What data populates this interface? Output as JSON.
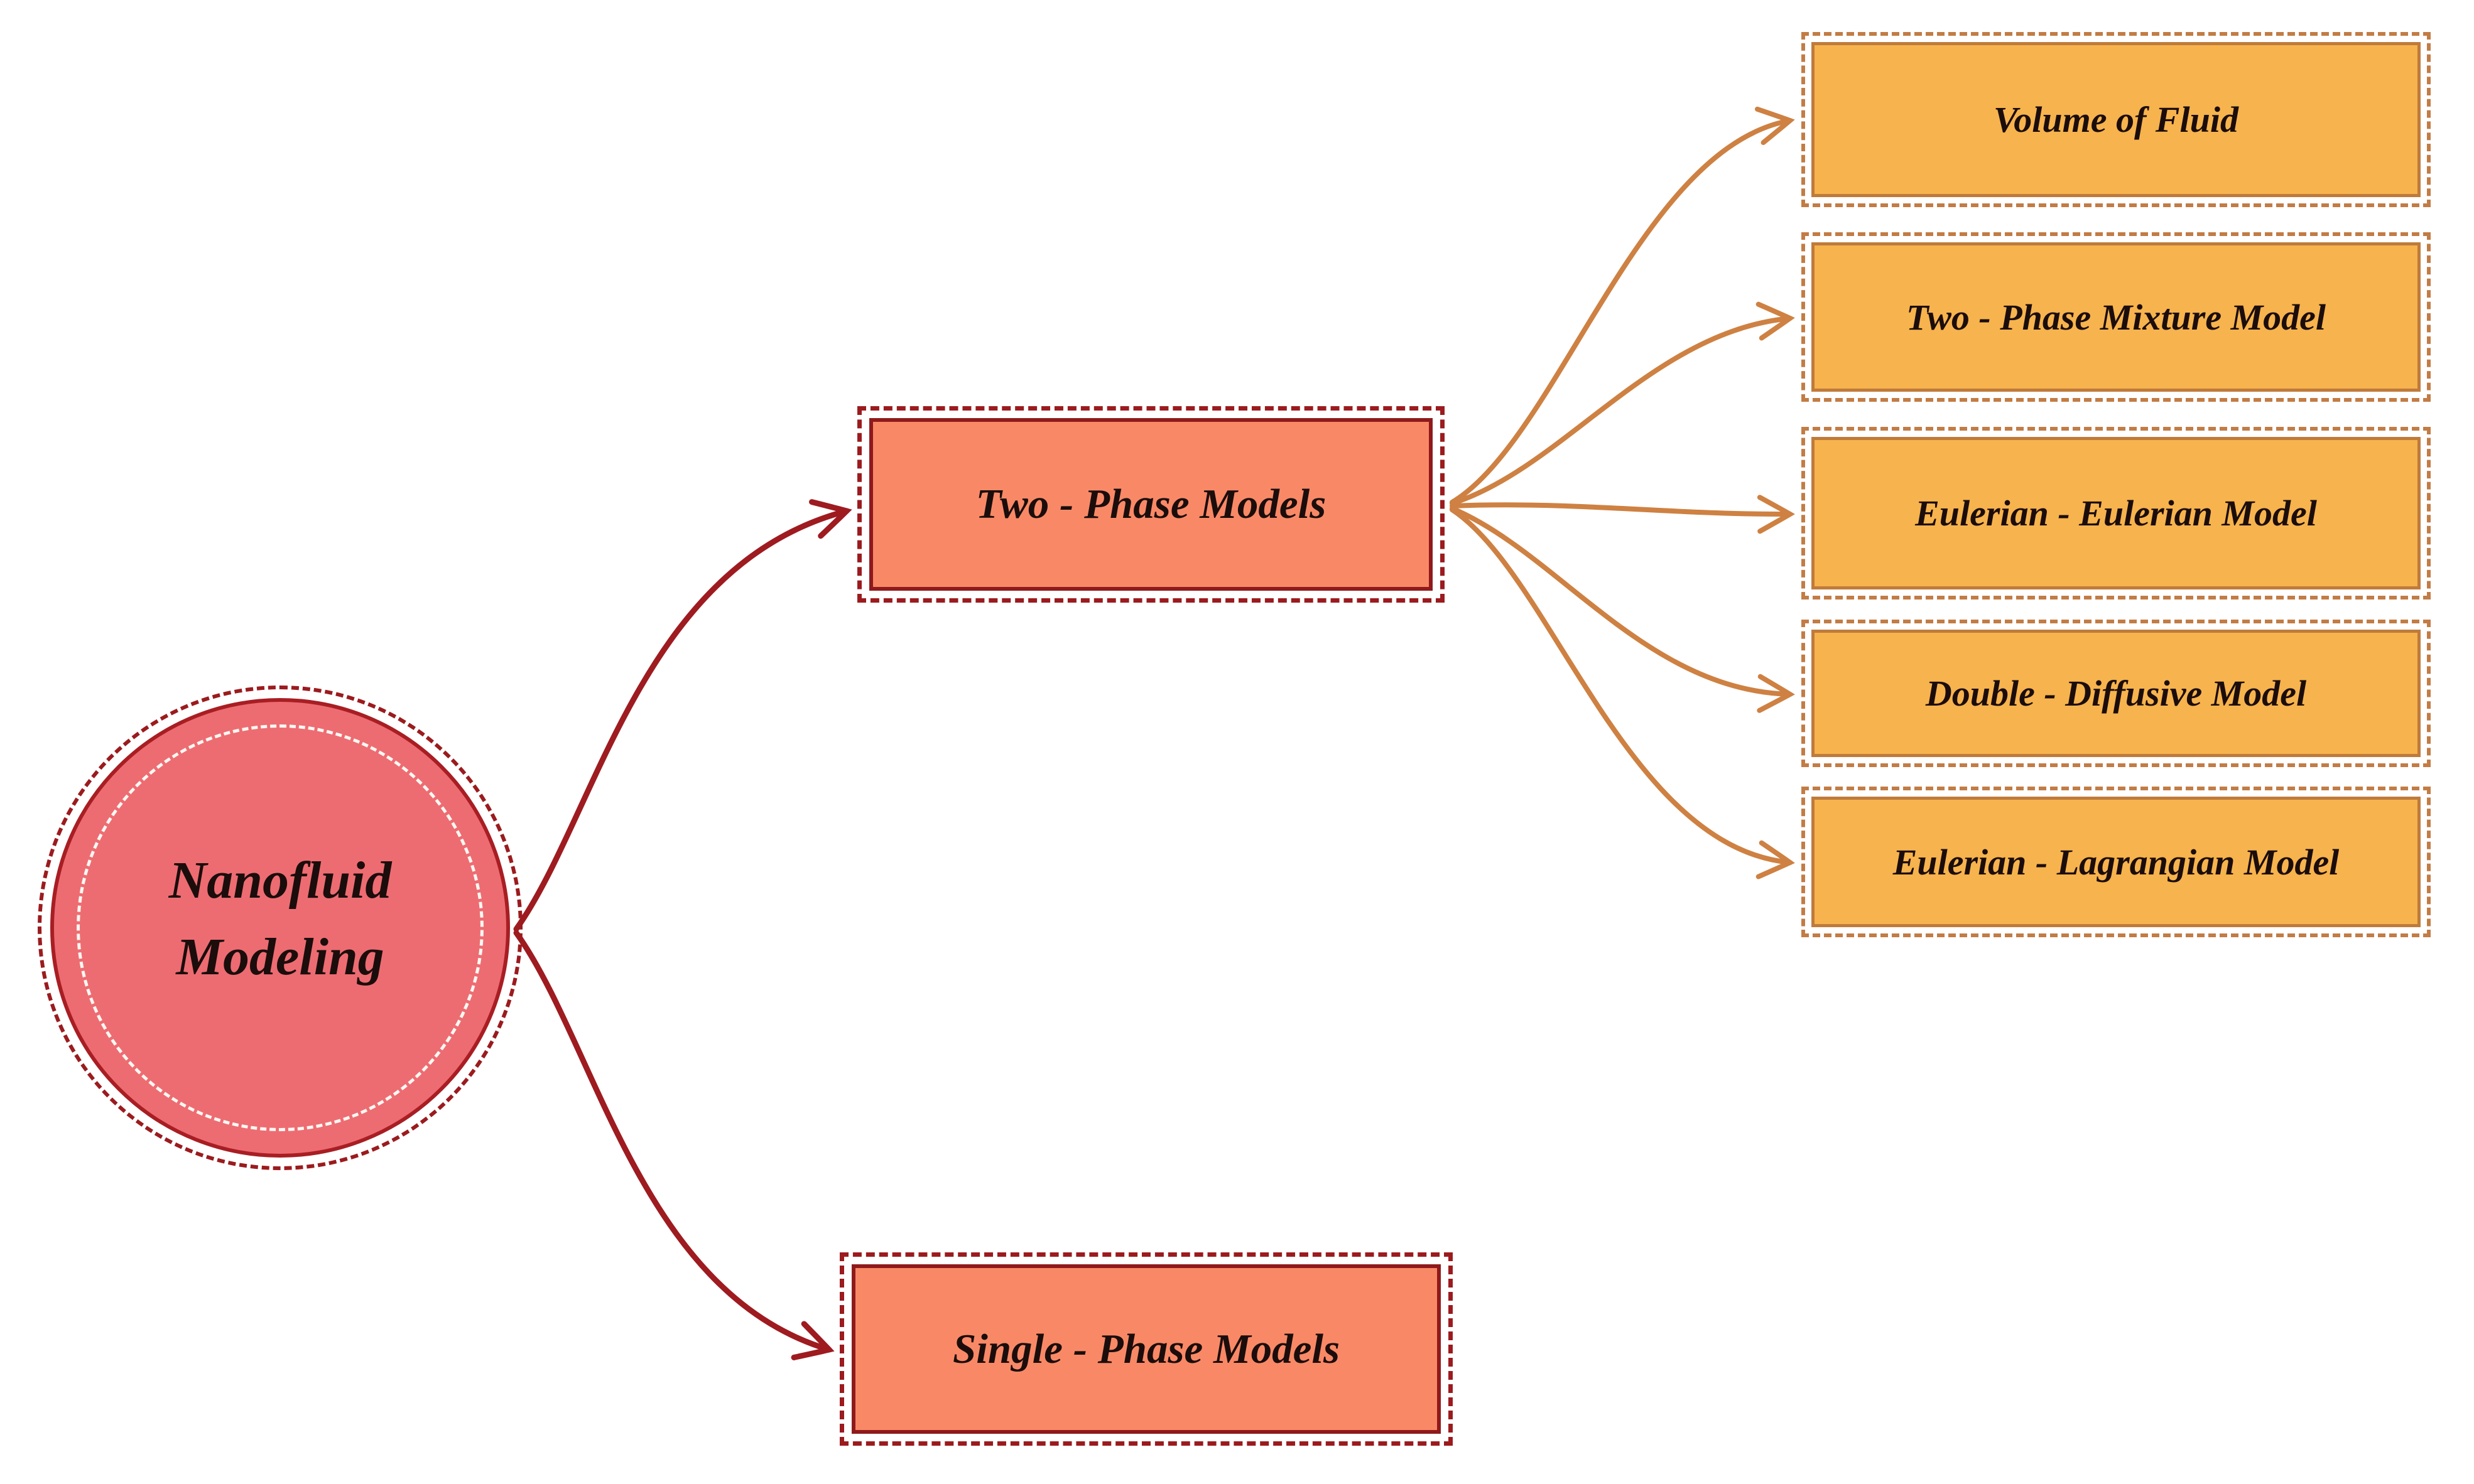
{
  "nodes": {
    "root": {
      "line1": "Nanofluid",
      "line2": "Modeling"
    },
    "two_phase": {
      "label": "Two - Phase Models"
    },
    "single_phase": {
      "label": "Single - Phase Models"
    }
  },
  "children": [
    {
      "label": "Volume of Fluid"
    },
    {
      "label": "Two - Phase Mixture Model"
    },
    {
      "label": "Eulerian - Eulerian Model"
    },
    {
      "label": "Double - Diffusive Model"
    },
    {
      "label": "Eulerian - Lagrangian Model"
    }
  ],
  "colors": {
    "root_fill": "#ED6C72",
    "root_border": "#A81E23",
    "root_dash": "#9B1B1E",
    "root_inner_dash": "#FDF8F2",
    "phase_fill": "#F98966",
    "phase_border": "#8F1A1C",
    "phase_dash": "#9B1B1E",
    "child_fill": "#F7B34D",
    "child_border": "#BF7B3B",
    "child_dash": "#C27C45",
    "arrow_red": "#9E1B20",
    "arrow_orange": "#CE8142",
    "text": "#1B0D0C",
    "background": "#FFFFFF"
  }
}
